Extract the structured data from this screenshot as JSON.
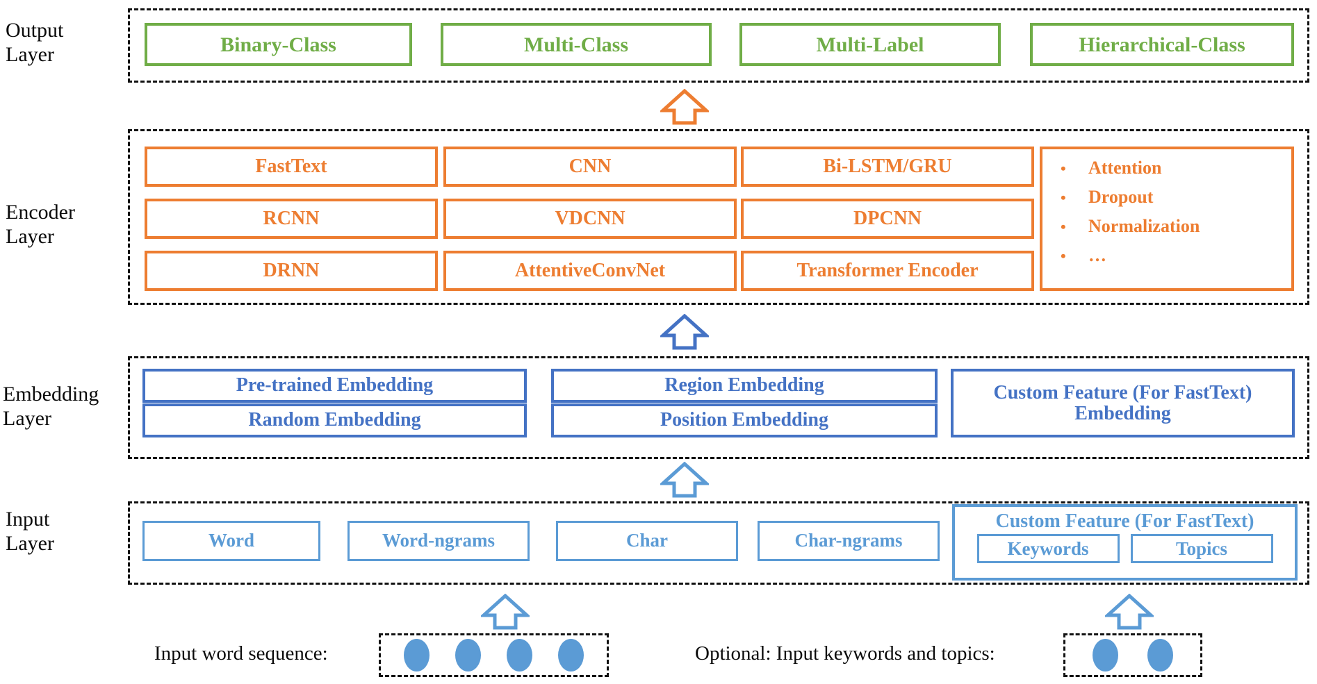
{
  "colors": {
    "output": "#70AD47",
    "encoder": "#ED7D31",
    "embedding": "#4472C4",
    "input": "#5B9BD5",
    "dashed": "#111111",
    "text": "#0a0a0a"
  },
  "layers": {
    "output": {
      "label": "Output\nLayer",
      "items": [
        {
          "label": "Binary-Class"
        },
        {
          "label": "Multi-Class"
        },
        {
          "label": "Multi-Label"
        },
        {
          "label": "Hierarchical-Class"
        }
      ]
    },
    "encoder": {
      "label": "Encoder\nLayer",
      "columns": [
        {
          "items": [
            "FastText",
            "RCNN",
            "DRNN"
          ]
        },
        {
          "items": [
            "CNN",
            "VDCNN",
            "AttentiveConvNet"
          ]
        },
        {
          "items": [
            "Bi-LSTM/GRU",
            "DPCNN",
            "Transformer Encoder"
          ]
        }
      ],
      "bullets": [
        "Attention",
        "Dropout",
        "Normalization",
        "…"
      ]
    },
    "embedding": {
      "label": "Embedding\nLayer",
      "columns": [
        {
          "items": [
            "Pre-trained Embedding",
            "Random Embedding"
          ]
        },
        {
          "items": [
            "Region Embedding",
            "Position Embedding"
          ]
        }
      ],
      "custom_feature": {
        "title": "Custom Feature (For FastText)",
        "subtitle": "Embedding"
      }
    },
    "input": {
      "label": "Input\nLayer",
      "items": [
        {
          "label": "Word"
        },
        {
          "label": "Word-ngrams"
        },
        {
          "label": "Char"
        },
        {
          "label": "Char-ngrams"
        }
      ],
      "custom_feature": {
        "title": "Custom Feature (For FastText)",
        "sub_items": [
          "Keywords",
          "Topics"
        ]
      }
    }
  },
  "arrows": [
    {
      "name": "encoder-to-output",
      "color": "#ED7D31"
    },
    {
      "name": "embedding-to-encoder",
      "color": "#4472C4"
    },
    {
      "name": "input-to-embedding",
      "color": "#5B9BD5"
    },
    {
      "name": "word-sequence-to-input",
      "color": "#5B9BD5"
    },
    {
      "name": "keywords-topics-to-input",
      "color": "#5B9BD5"
    }
  ],
  "footer": {
    "word_sequence": {
      "caption": "Input word sequence:",
      "token_count": 4
    },
    "keywords_topics": {
      "caption": "Optional: Input keywords and topics:",
      "token_count": 2
    }
  }
}
